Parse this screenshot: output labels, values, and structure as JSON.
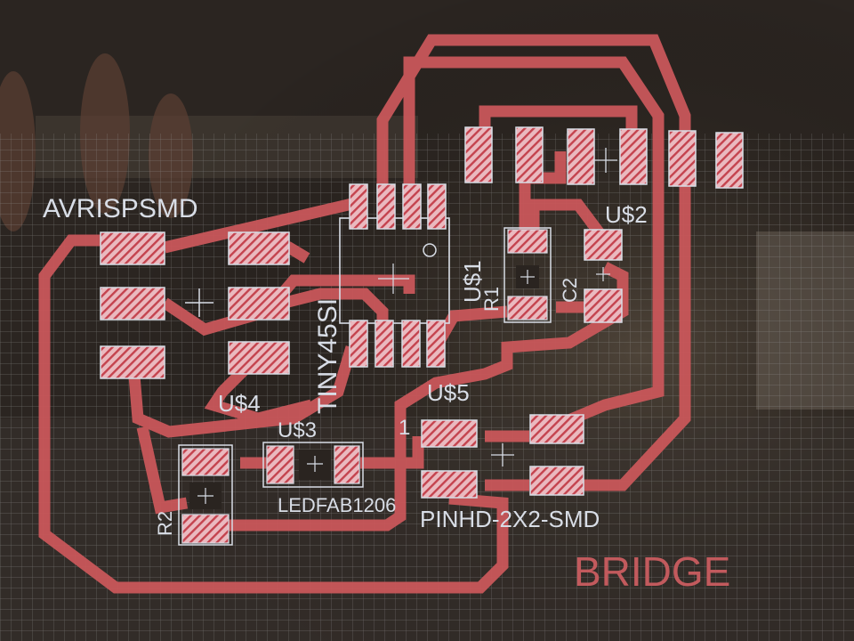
{
  "labels": {
    "avrisp": "AVRISPSMD",
    "tiny": "TINY45SI",
    "u1": "U$1",
    "r1": "R1",
    "c2": "C2",
    "u2": "U$2",
    "u4": "U$4",
    "u3": "U$3",
    "u5": "U$5",
    "r2": "R2",
    "led": "LEDFAB1206",
    "pinhd": "PINHD-2X2-SMD",
    "bridge": "BRIDGE",
    "pin_one": "1"
  },
  "colors": {
    "trace": "#c9575a",
    "pad_fill": "#e9b7bd",
    "pad_hatch": "#c2434d",
    "silk": "#d8dde6",
    "grid": "#8e8e8e",
    "board": "#2a2420"
  }
}
